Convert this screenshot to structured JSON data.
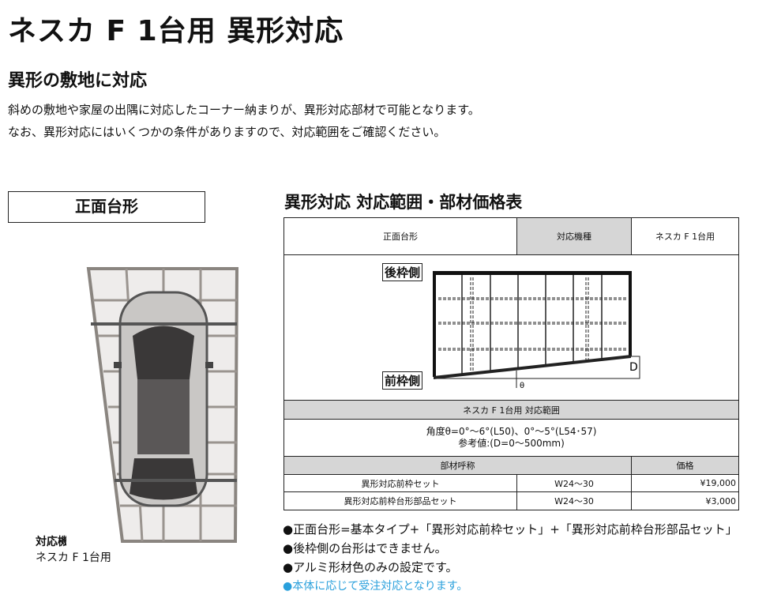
{
  "title": "ネスカ F 1台用 異形対応",
  "subtitle": "異形の敷地に対応",
  "description": [
    "斜めの敷地や家屋の出隅に対応したコーナー納まりが、異形対応部材で可能となります。",
    "なお、異形対応にはいくつかの条件がありますので、対応範囲をご確認ください。"
  ],
  "left": {
    "box_label": "正面台形",
    "model_label": "対応機種",
    "model_value": "ネスカ F 1台用"
  },
  "table": {
    "title": "異形対応 対応範囲・部材価格表",
    "header": [
      "正面台形",
      "対応機種",
      "ネスカ F 1台用"
    ],
    "diagram": {
      "back_label": "後枠側",
      "front_label": "前枠側",
      "d_label": "D",
      "theta_label": "θ"
    },
    "range_header": "ネスカ F 1台用 対応範囲",
    "range_lines": [
      "角度θ=0°～6°(L50)、0°～5°(L54･57)",
      "参考値:(D=0～500mm)"
    ],
    "cols": [
      "部材呼称",
      "価格"
    ],
    "rows": [
      {
        "name": "異形対応前枠セット",
        "size": "W24～30",
        "price": "¥19,000"
      },
      {
        "name": "異形対応前枠台形部品セット",
        "size": "W24～30",
        "price": "¥3,000"
      }
    ]
  },
  "notes": [
    "●正面台形=基本タイプ+「異形対応前枠セット」+「異形対応前枠台形部品セット」",
    "●後枠側の台形はできません。",
    "●アルミ形材色のみの設定です。",
    "●本体に応じて受注対応となります。"
  ],
  "colors": {
    "note_blue": "#2aa0dc",
    "header_gray": "#d6d6d6"
  }
}
